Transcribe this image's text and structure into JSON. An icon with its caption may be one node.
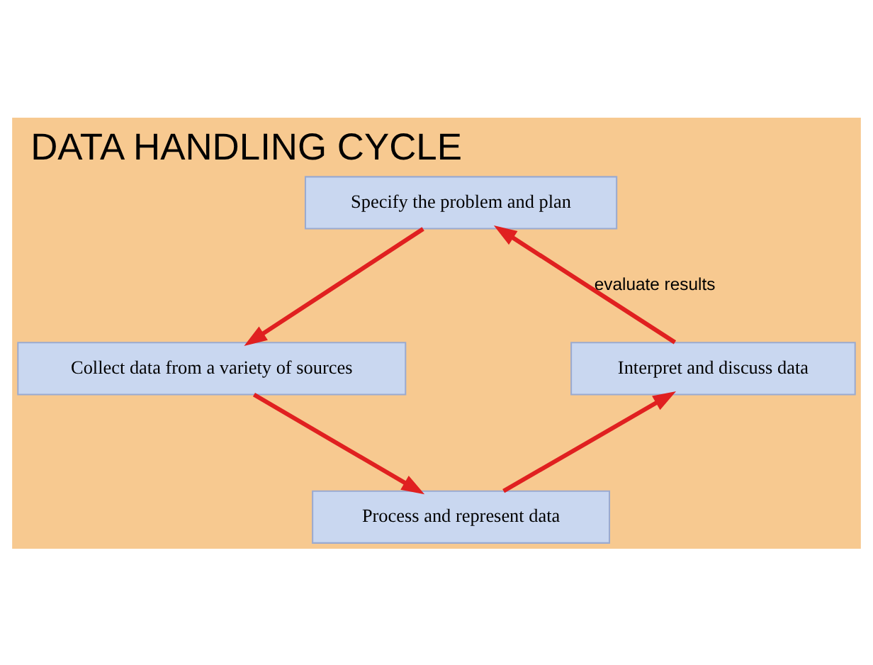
{
  "diagram": {
    "title": "DATA HANDLING CYCLE",
    "nodes": [
      {
        "text": [
          "Specify the problem and plan"
        ]
      },
      {
        "text": [
          "Collect data from a variety of sources"
        ]
      },
      {
        "text": [
          "Process and represent data"
        ]
      },
      {
        "text": [
          "Interpret and discuss data"
        ]
      }
    ],
    "edges": [
      {
        "from": 0,
        "to": 1,
        "arrow": "to"
      },
      {
        "from": 1,
        "to": 2,
        "arrow": "to"
      },
      {
        "from": 2,
        "to": 3,
        "arrow": "to"
      },
      {
        "from": 3,
        "to": 0,
        "arrow": "to",
        "label": "evaluate results"
      }
    ]
  }
}
